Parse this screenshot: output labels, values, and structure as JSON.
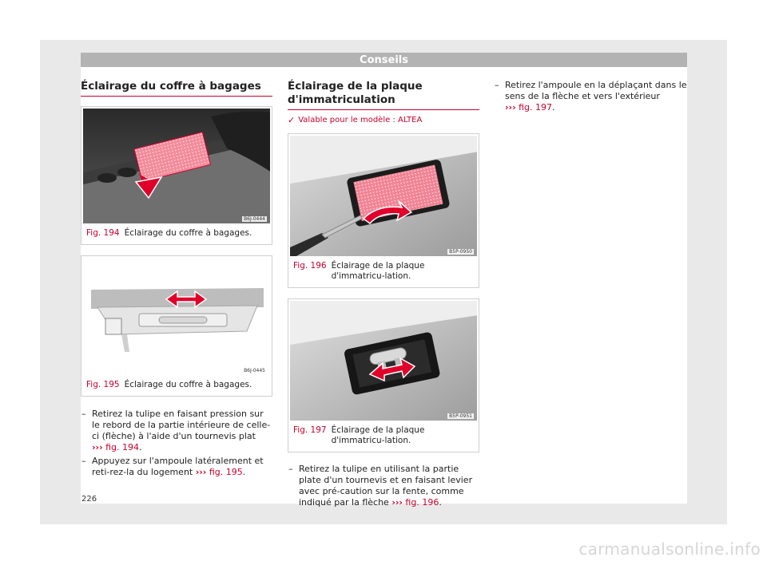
{
  "header": {
    "title": "Conseils"
  },
  "column1": {
    "section_title": "Éclairage du coffre à bagages",
    "figures": [
      {
        "number": "Fig. 194",
        "caption": "Éclairage du coffre à bagages.",
        "code": "B6J-0444"
      },
      {
        "number": "Fig. 195",
        "caption": "Éclairage du coffre à bagages.",
        "code": "B6J-0445"
      }
    ],
    "steps": [
      {
        "dash": "–",
        "text": "Retirez la tulipe en faisant pression sur le rebord de la partie intérieure de celle-ci (flèche) à l'aide d'un tournevis plat",
        "ref_arrow": "›››",
        "ref": "fig. 194",
        "after": "."
      },
      {
        "dash": "–",
        "text": "Appuyez sur l'ampoule latéralement et reti-rez-la du logement",
        "ref_arrow": "›››",
        "ref": "fig. 195",
        "after": "."
      }
    ]
  },
  "column2": {
    "section_title": "Éclairage de la plaque d'immatriculation",
    "valid_note": "Valable pour le modèle : ALTEA",
    "check_icon": "✓",
    "figures": [
      {
        "number": "Fig. 196",
        "caption": "Éclairage de la plaque d'immatricu-lation.",
        "code": "B5P-0950"
      },
      {
        "number": "Fig. 197",
        "caption": "Éclairage de la plaque d'immatricu-lation.",
        "code": "B5P-0951"
      }
    ],
    "steps": [
      {
        "dash": "–",
        "text": "Retirez la tulipe en utilisant la partie plate d'un tournevis et en faisant levier avec pré-caution sur la fente, comme indiqué par la flèche",
        "ref_arrow": "›››",
        "ref": "fig. 196",
        "after": "."
      }
    ]
  },
  "column3": {
    "steps": [
      {
        "dash": "–",
        "text": "Retirez l'ampoule en la déplaçant dans le sens de la flèche et vers l'extérieur",
        "ref_arrow": "›››",
        "ref": "fig. 197",
        "after": "."
      }
    ]
  },
  "page_number": "226",
  "watermark": "carmanualsonline.info",
  "colors": {
    "accent": "#c9002c",
    "header_band": "#b3b3b3",
    "sheet": "#e9e9e9"
  }
}
